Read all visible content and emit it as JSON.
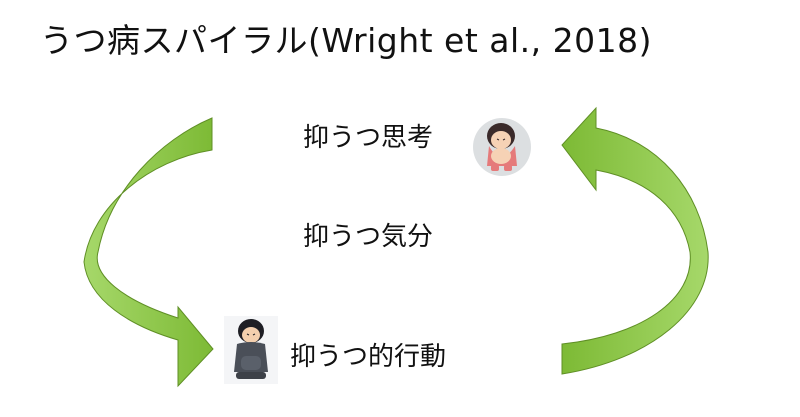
{
  "title": "うつ病スパイラル(Wright et al., 2018)",
  "nodes": {
    "thought": "抑うつ思考",
    "mood": "抑うつ気分",
    "action": "抑うつ的行動"
  },
  "colors": {
    "arrow_fill": "#8cc63f",
    "arrow_stroke": "#5f8f25",
    "text": "#111111"
  },
  "icons": {
    "girl": "crouching-girl-icon",
    "boy": "crouching-boy-icon"
  }
}
